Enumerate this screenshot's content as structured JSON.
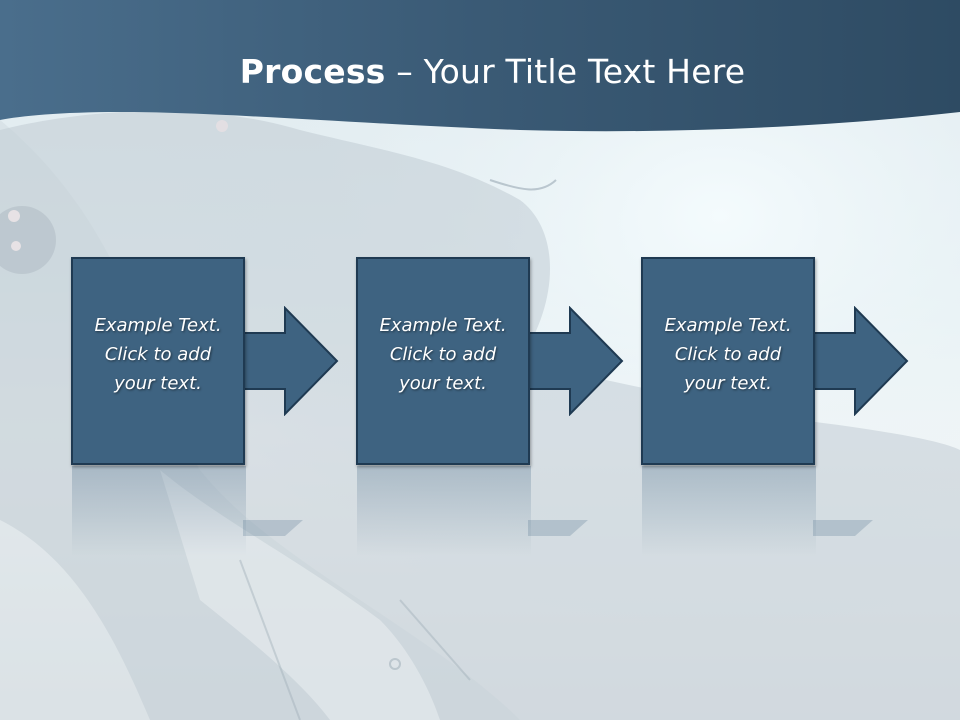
{
  "slide": {
    "title_bold": "Process",
    "title_rest": " – Your Title Text Here"
  },
  "steps": [
    {
      "line1": "Example Text.",
      "line2": "Click  to add",
      "line3": "your text."
    },
    {
      "line1": "Example Text.",
      "line2": "Click  to add",
      "line3": "your text."
    },
    {
      "line1": "Example Text.",
      "line2": "Click  to add",
      "line3": "your text."
    }
  ],
  "colors": {
    "header": "#37556f",
    "box": "#3e6381",
    "box_border": "#1f3a52",
    "title_text": "#ffffff"
  },
  "icons": {
    "arrow": "right-arrow-icon"
  }
}
